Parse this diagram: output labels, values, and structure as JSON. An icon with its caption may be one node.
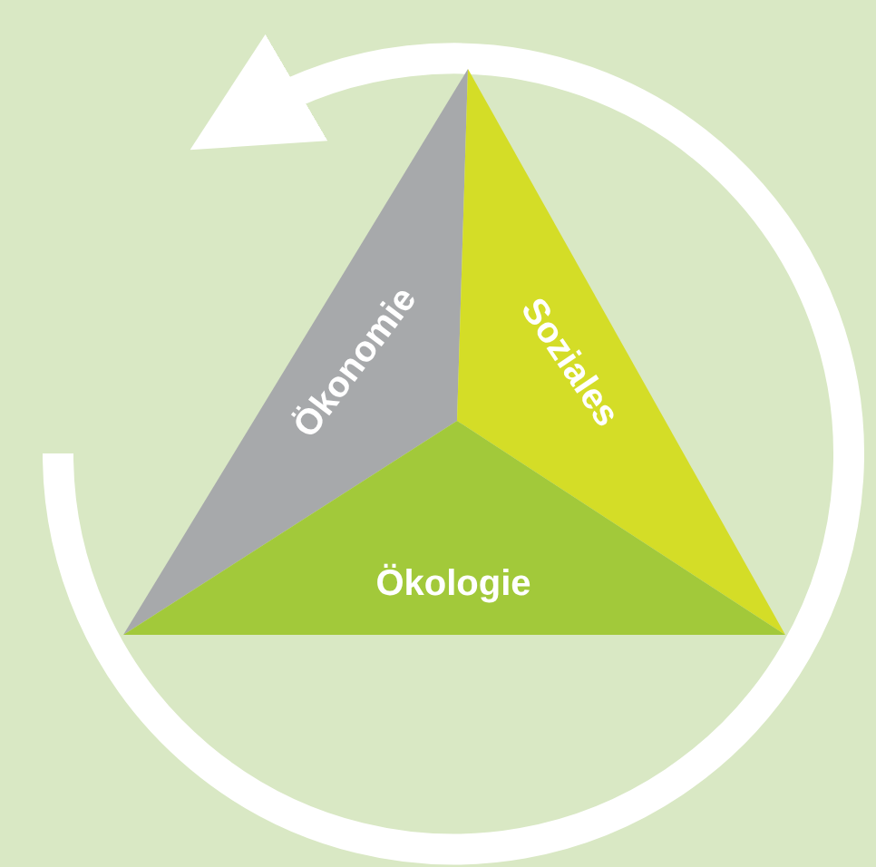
{
  "diagram": {
    "nodes": [
      {
        "text": [
          "Ökonomie"
        ]
      },
      {
        "text": [
          "Soziales"
        ]
      },
      {
        "text": [
          "Ökologie"
        ]
      }
    ]
  }
}
